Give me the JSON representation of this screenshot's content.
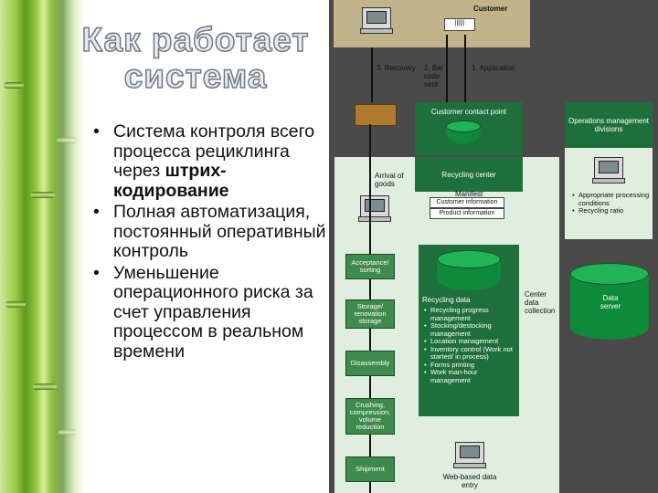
{
  "slide": {
    "title_line1": "Как работает",
    "title_line2": "система",
    "bullets": [
      {
        "text": "Система контроля всего процесса рециклинга через ",
        "bold": "штрих-кодирование"
      },
      {
        "text": "Полная автоматизация, постоянный оперативный контроль",
        "bold": ""
      },
      {
        "text": "Уменьшение операционного риска за счет управления процессом в реальном времени",
        "bold": ""
      }
    ]
  },
  "diagram": {
    "customer": "Customer",
    "recovery": "3. Recovery",
    "bar_code_sent": "2. Bar code sent",
    "application": "1. Application",
    "contact_point": "Customer contact point",
    "operations": "Operations management divisions",
    "ops_items": [
      "Appropriate processing conditions",
      "Recycling ratio"
    ],
    "recycling_center": "Recycling center",
    "arrival": "Arrival of goods",
    "manifest": "Manifest",
    "customer_info": "Customer information",
    "product_info": "Product information",
    "steps": [
      "Acceptance/ sorting",
      "Storage/ renovation storage",
      "Disassembly",
      "Crushing, compression, volume reduction",
      "Shipment"
    ],
    "recycling_data": "Recycling data",
    "data_items": [
      "Recycling progress management",
      "Stocking/destocking management",
      "Location management",
      "Inventory control (Work not started/ in process)",
      "Forms printing",
      "Work man-hour management"
    ],
    "center_collection": "Center data collection",
    "data_server": "Data server",
    "web_entry": "Web-based data entry",
    "colors": {
      "dark_green": "#1f6f3c",
      "panel": "#dfeede",
      "tan": "#c2b48a",
      "accent": "#0d8a3a"
    }
  }
}
